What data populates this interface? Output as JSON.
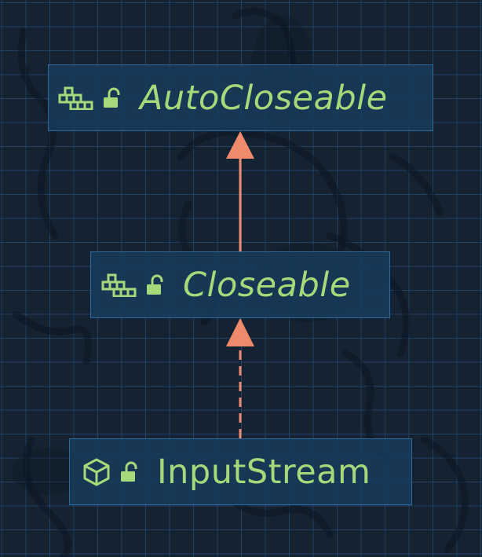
{
  "diagram": {
    "nodes": [
      {
        "id": "autocloseable",
        "label": "AutoCloseable",
        "kind": "interface",
        "kind_icon": "interface-icon",
        "access_icon": "public-lock-open-icon"
      },
      {
        "id": "closeable",
        "label": "Closeable",
        "kind": "interface",
        "kind_icon": "interface-icon",
        "access_icon": "public-lock-open-icon"
      },
      {
        "id": "inputstream",
        "label": "InputStream",
        "kind": "class",
        "kind_icon": "class-cube-icon",
        "access_icon": "public-lock-open-icon"
      }
    ],
    "edges": [
      {
        "from": "closeable",
        "to": "autocloseable",
        "type": "extends",
        "style": "solid"
      },
      {
        "from": "inputstream",
        "to": "closeable",
        "type": "implements",
        "style": "dashed"
      }
    ],
    "colors": {
      "background": "#142232",
      "grid": "#2b5b8a",
      "node_fill": "#183a5a",
      "node_border": "#2e6a9c",
      "label": "#a6d97a",
      "arrow": "#f08a6c"
    }
  }
}
